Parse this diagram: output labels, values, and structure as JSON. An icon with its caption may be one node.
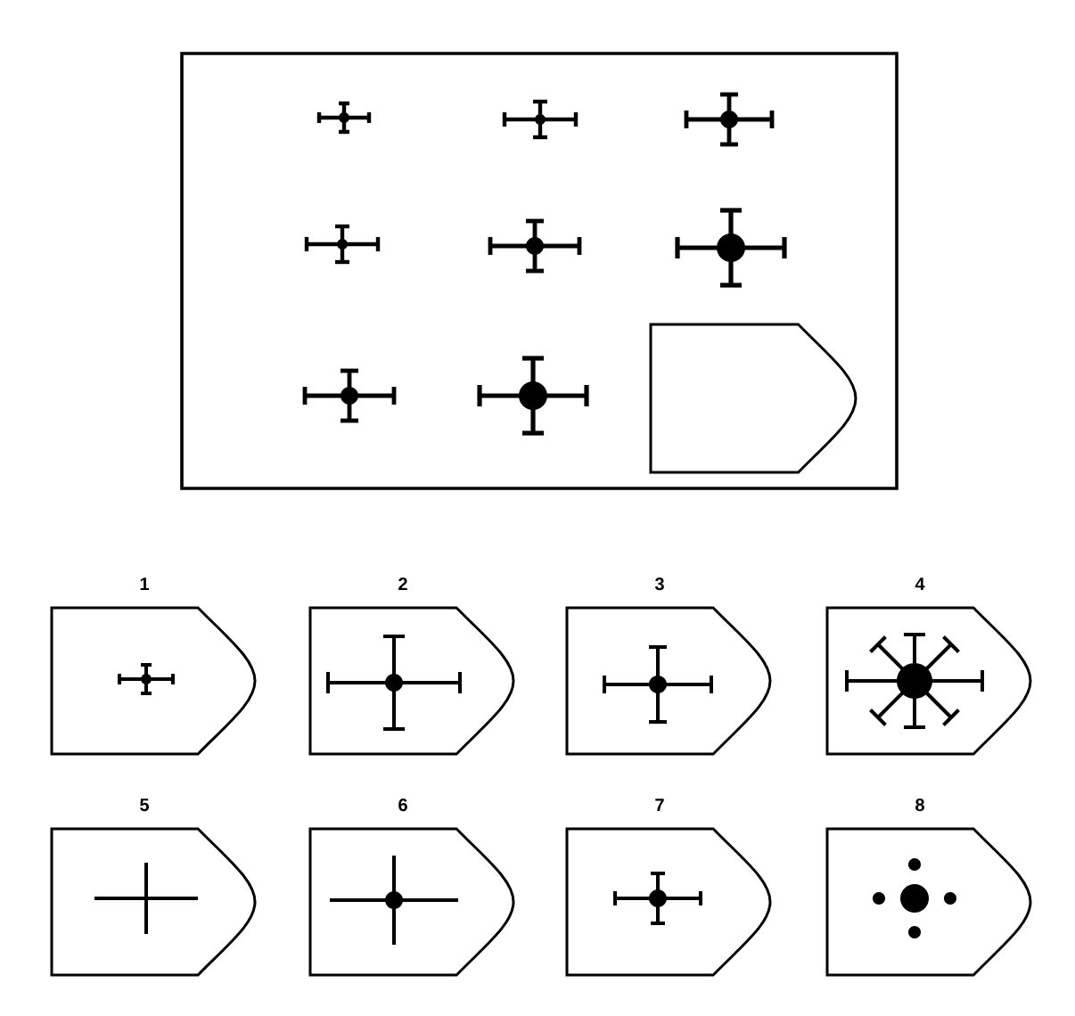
{
  "diagram": {
    "nodes": [
      {
        "text": [],
        "shape": "box"
      },
      {
        "text": [],
        "shape": "pentagon",
        "in": 0
      },
      {
        "text": [
          "1"
        ]
      },
      {
        "text": [
          "2"
        ]
      },
      {
        "text": [
          "3"
        ]
      },
      {
        "text": [
          "4"
        ]
      },
      {
        "text": [
          "5"
        ]
      },
      {
        "text": [
          "6"
        ]
      },
      {
        "text": [
          "7"
        ]
      },
      {
        "text": [
          "8"
        ]
      }
    ]
  }
}
